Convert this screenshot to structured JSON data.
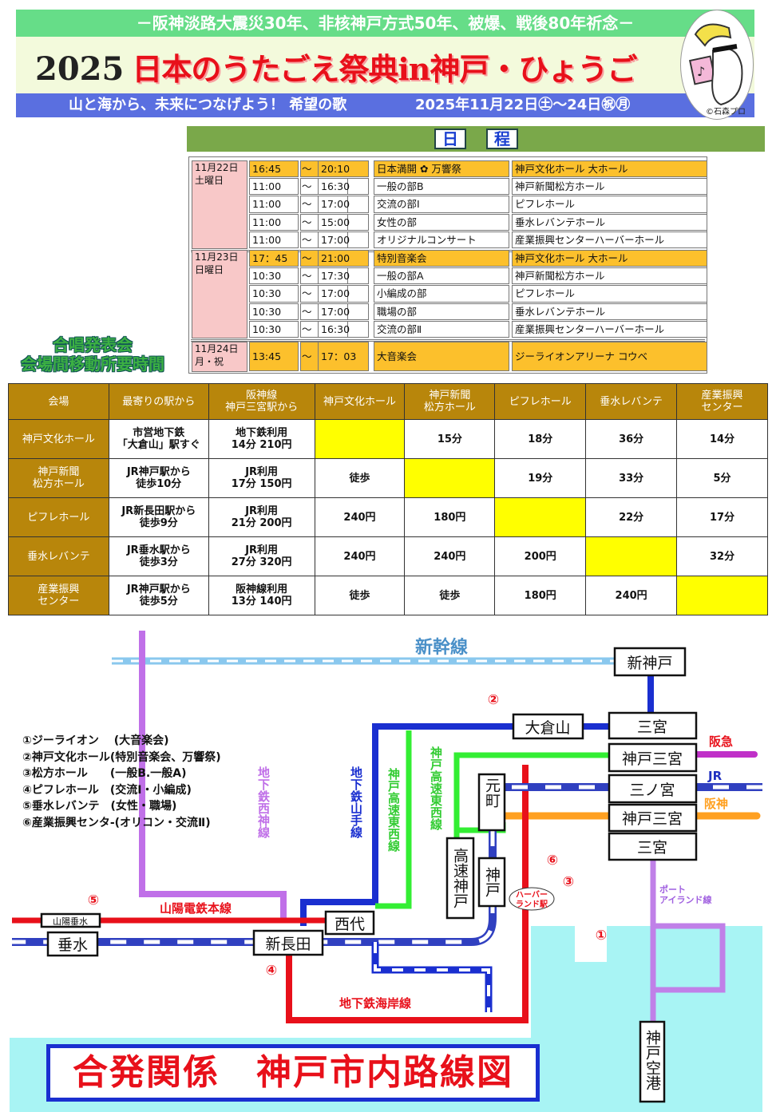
{
  "header": {
    "banner": "－阪神淡路大震災30年、非核神戸方式50年、被爆、戦後80年祈念－",
    "title_year": "2025",
    "title_main": "日本のうたごえ祭典in神戸・ひょうご",
    "tagline": "山と海から、未来につなげよう！ 希望の歌",
    "dates": "2025年11月22日㊏～24日㊗㊊",
    "mascot_credit": "©石森プロ",
    "colors": {
      "banner": "#66dd88",
      "title": "#e8101a",
      "tagline_band": "#5a6fe0"
    }
  },
  "schedule": {
    "heading": [
      "日",
      "程"
    ],
    "days": [
      {
        "date": "11月22日",
        "weekday": "土曜日",
        "rows": [
          {
            "start": "16:45",
            "sep": "～",
            "end": "20:10",
            "event": "日本満開 ✿ 万響祭",
            "venue": "神戸文化ホール 大ホール",
            "highlight": true
          },
          {
            "start": "11:00",
            "sep": "～",
            "end": "16:30",
            "event": "一般の部B",
            "venue": "神戸新聞松方ホール"
          },
          {
            "start": "11:00",
            "sep": "～",
            "end": "17:00",
            "event": "交流の部Ⅰ",
            "venue": "ピフレホール"
          },
          {
            "start": "11:00",
            "sep": "～",
            "end": "15:00",
            "event": "女性の部",
            "venue": "垂水レバンテホール"
          },
          {
            "start": "11:00",
            "sep": "～",
            "end": "17:00",
            "event": "オリジナルコンサート",
            "venue": "産業振興センターハーバーホール"
          }
        ]
      },
      {
        "date": "11月23日",
        "weekday": "日曜日",
        "rows": [
          {
            "start": "17：45",
            "sep": "～",
            "end": "21:00",
            "event": "特別音楽会",
            "venue": "神戸文化ホール 大ホール",
            "highlight": true
          },
          {
            "start": "10:30",
            "sep": "～",
            "end": "17:30",
            "event": "一般の部A",
            "venue": "神戸新聞松方ホール"
          },
          {
            "start": "10:30",
            "sep": "～",
            "end": "17:00",
            "event": "小編成の部",
            "venue": "ピフレホール"
          },
          {
            "start": "10:30",
            "sep": "～",
            "end": "17:00",
            "event": "職場の部",
            "venue": "垂水レバンテホール"
          },
          {
            "start": "10:30",
            "sep": "～",
            "end": "16:30",
            "event": "交流の部Ⅱ",
            "venue": "産業振興センターハーバーホール"
          }
        ]
      },
      {
        "date": "11月24日",
        "weekday": "月・祝",
        "rows": [
          {
            "start": "13:45",
            "sep": "～",
            "end": "17：03",
            "event": "大音楽会",
            "venue": "ジーライオンアリーナ コウベ",
            "highlight": true
          }
        ]
      }
    ]
  },
  "side_label": [
    "合唱発表会",
    "会場間移動所要時間"
  ],
  "travel": {
    "headers": [
      "会場",
      "最寄りの駅から",
      "阪神線\n神戸三宮駅から",
      "神戸文化ホール",
      "神戸新聞\n松方ホール",
      "ピフレホール",
      "垂水レバンテ",
      "産業振興\nセンター"
    ],
    "rows": [
      {
        "venue": "神戸文化ホール",
        "station": "市営地下鉄\n「大倉山」駅すぐ",
        "from_hanshin": "地下鉄利用\n14分 210円",
        "times": [
          "",
          "15分",
          "18分",
          "36分",
          "14分"
        ]
      },
      {
        "venue": "神戸新聞\n松方ホール",
        "station": "JR神戸駅から\n徒歩10分",
        "from_hanshin": "JR利用\n17分 150円",
        "times": [
          "徒歩",
          "",
          "19分",
          "33分",
          "5分"
        ]
      },
      {
        "venue": "ピフレホール",
        "station": "JR新長田駅から\n徒歩9分",
        "from_hanshin": "JR利用\n21分 200円",
        "times": [
          "240円",
          "180円",
          "",
          "22分",
          "17分"
        ]
      },
      {
        "venue": "垂水レバンテ",
        "station": "JR垂水駅から\n徒歩3分",
        "from_hanshin": "JR利用\n27分 320円",
        "times": [
          "240円",
          "240円",
          "200円",
          "",
          "32分"
        ]
      },
      {
        "venue": "産業振興\nセンター",
        "station": "JR神戸駅から\n徒歩5分",
        "from_hanshin": "阪神線利用\n13分 140円",
        "times": [
          "徒歩",
          "徒歩",
          "180円",
          "240円",
          ""
        ]
      }
    ],
    "colors": {
      "header": "#b8860b",
      "self_cell": "#ffff00"
    }
  },
  "map": {
    "title": "合発関係　神戸市内路線図",
    "legend": [
      "①ジーライオン　 (大音楽会)",
      "②神戸文化ホール(特別音楽会、万響祭)",
      "③松方ホール　　(一般B.一般A)",
      "④ピフレホール　(交流Ⅰ・小編成)",
      "⑤垂水レバンテ　(女性・職場)",
      "⑥産業振興センタ-(オリコン・交流Ⅱ)"
    ],
    "lines": {
      "shinkansen": "新幹線",
      "seishin": "地下鉄西神線",
      "yamate": "地下鉄山手線",
      "kosoku1": "神戸高速東西線",
      "kosoku2": "神戸高速東西線",
      "kaigan": "地下鉄海岸線",
      "sanyo": "山陽電鉄本線",
      "hankyu": "阪急",
      "jr": "JR",
      "hanshin": "阪神",
      "port": "ポート\nアイランド線"
    },
    "stations": {
      "shinkobe": "新神戸",
      "okurayama": "大倉山",
      "sannomiya1": "三宮",
      "kobesannomiya1": "神戸三宮",
      "sannomiya_jr": "三ノ宮",
      "kobesannomiya2": "神戸三宮",
      "sannomiya2": "三宮",
      "motomachi": "元町",
      "kobe": "神戸",
      "kosokukobe": "高速神戸",
      "nishidai": "西代",
      "shinnagata": "新長田",
      "sanyotarumi": "山陽垂水",
      "tarumi": "垂水",
      "kobeairport": "神戸空港",
      "harborland": "ハーバー\nランド駅"
    },
    "markers": [
      "①",
      "②",
      "③",
      "④",
      "⑤",
      "⑥"
    ]
  }
}
